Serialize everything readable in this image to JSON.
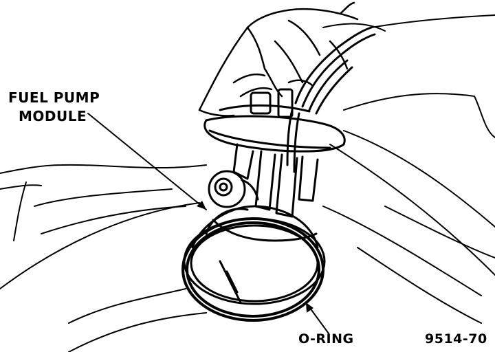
{
  "labels": {
    "module_line1": "FUEL PUMP",
    "module_line2": "MODULE",
    "oring": "O-RING",
    "figure_id": "9514-70"
  },
  "colors": {
    "ink": "#000000",
    "paper": "#ffffff"
  }
}
